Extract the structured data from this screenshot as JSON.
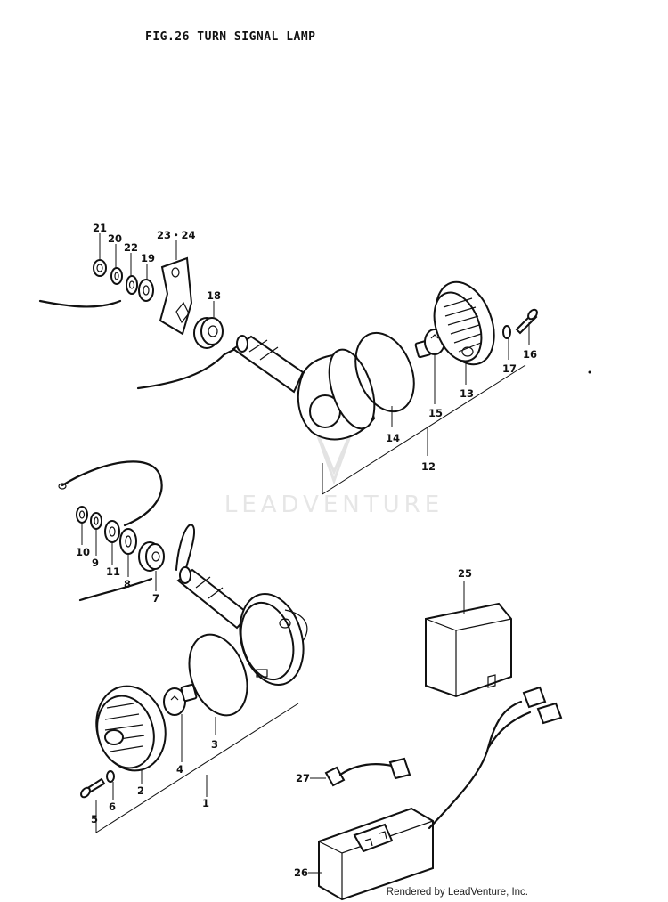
{
  "figure": {
    "title": "FIG.26  TURN SIGNAL LAMP",
    "watermark": "LEADVENTURE",
    "credit": "Rendered by LeadVenture, Inc."
  },
  "callouts": {
    "c1": "1",
    "c2": "2",
    "c3": "3",
    "c4": "4",
    "c5": "5",
    "c6": "6",
    "c7": "7",
    "c8": "8",
    "c9": "9",
    "c10": "10",
    "c11": "11",
    "c12": "12",
    "c13": "13",
    "c14": "14",
    "c15": "15",
    "c16": "16",
    "c17": "17",
    "c18": "18",
    "c19": "19",
    "c20": "20",
    "c21": "21",
    "c22": "22",
    "c23_24": "23・24",
    "c25": "25",
    "c26": "26",
    "c27": "27"
  }
}
